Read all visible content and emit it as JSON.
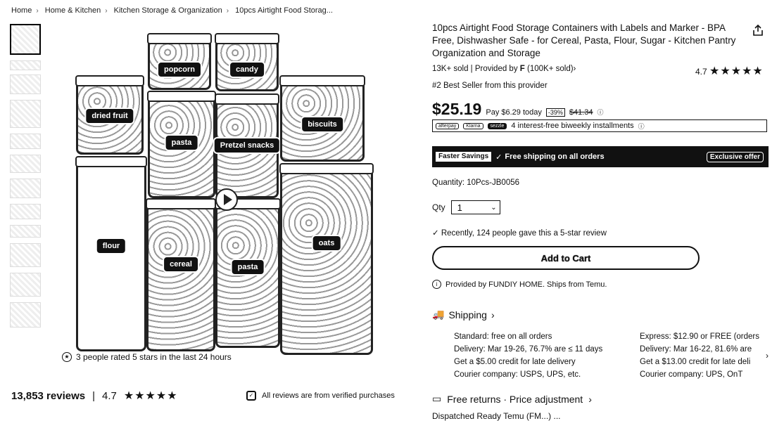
{
  "breadcrumb": [
    "Home",
    "Home & Kitchen",
    "Kitchen Storage & Organization",
    "10pcs Airtight Food Storag..."
  ],
  "gallery": {
    "labels": [
      "popcorn",
      "candy",
      "dried fruit",
      "pasta",
      "Pretzel snacks",
      "biscuits",
      "flour",
      "cereal",
      "pasta",
      "oats"
    ],
    "rated_text": "3 people rated 5 stars in the last 24 hours"
  },
  "reviews": {
    "count_text": "13,853 reviews",
    "rating": "4.7",
    "stars": "★★★★★",
    "verified_text": "All reviews are from verified purchases"
  },
  "product": {
    "title": "10pcs Airtight Food Storage Containers with Labels and Marker - BPA Free, Dishwasher Safe - for Cereal, Pasta, Flour, Sugar - Kitchen Pantry Organization and Storage",
    "sold_text": "13K+ sold | Provided by",
    "provider_sold": "(100K+ sold)",
    "rating": "4.7",
    "stars": "★★★★★",
    "bestseller": "#2 Best Seller",
    "bestseller_suffix": "from this provider",
    "price": "$25.19",
    "pay_today": "Pay $6.29 today",
    "discount": "-39%",
    "old_price": "$41.34",
    "installments": "4 interest-free biweekly installments",
    "pay_brands": [
      "afterpay",
      "Klarna",
      "sezzle"
    ],
    "faster_label": "Faster Savings",
    "free_shipping": "Free shipping on all orders",
    "exclusive": "Exclusive offer",
    "quantity_label": "Quantity: 10Pcs-JB0056",
    "qty_label": "Qty",
    "qty_value": "1",
    "recently": "Recently, 124 people gave this a 5-star review",
    "add_to_cart": "Add to Cart",
    "provided_by": "Provided by FUNDIY HOME. Ships from Temu."
  },
  "shipping": {
    "title": "Shipping",
    "standard": [
      "Standard: free on all orders",
      "Delivery: Mar 19-26, 76.7% are ≤ 11 days",
      "Get a $5.00 credit for late delivery",
      "Courier company: USPS, UPS, etc."
    ],
    "express": [
      "Express: $12.90 or FREE (orders $",
      "Delivery: Mar 16-22, 81.6% are",
      "Get a $13.00 credit for late deli",
      "Courier company: UPS, OnT"
    ]
  },
  "returns": {
    "text": "Free returns · Price adjustment",
    "next_cut": "Dispatched Ready Temu (FM...) ..."
  }
}
